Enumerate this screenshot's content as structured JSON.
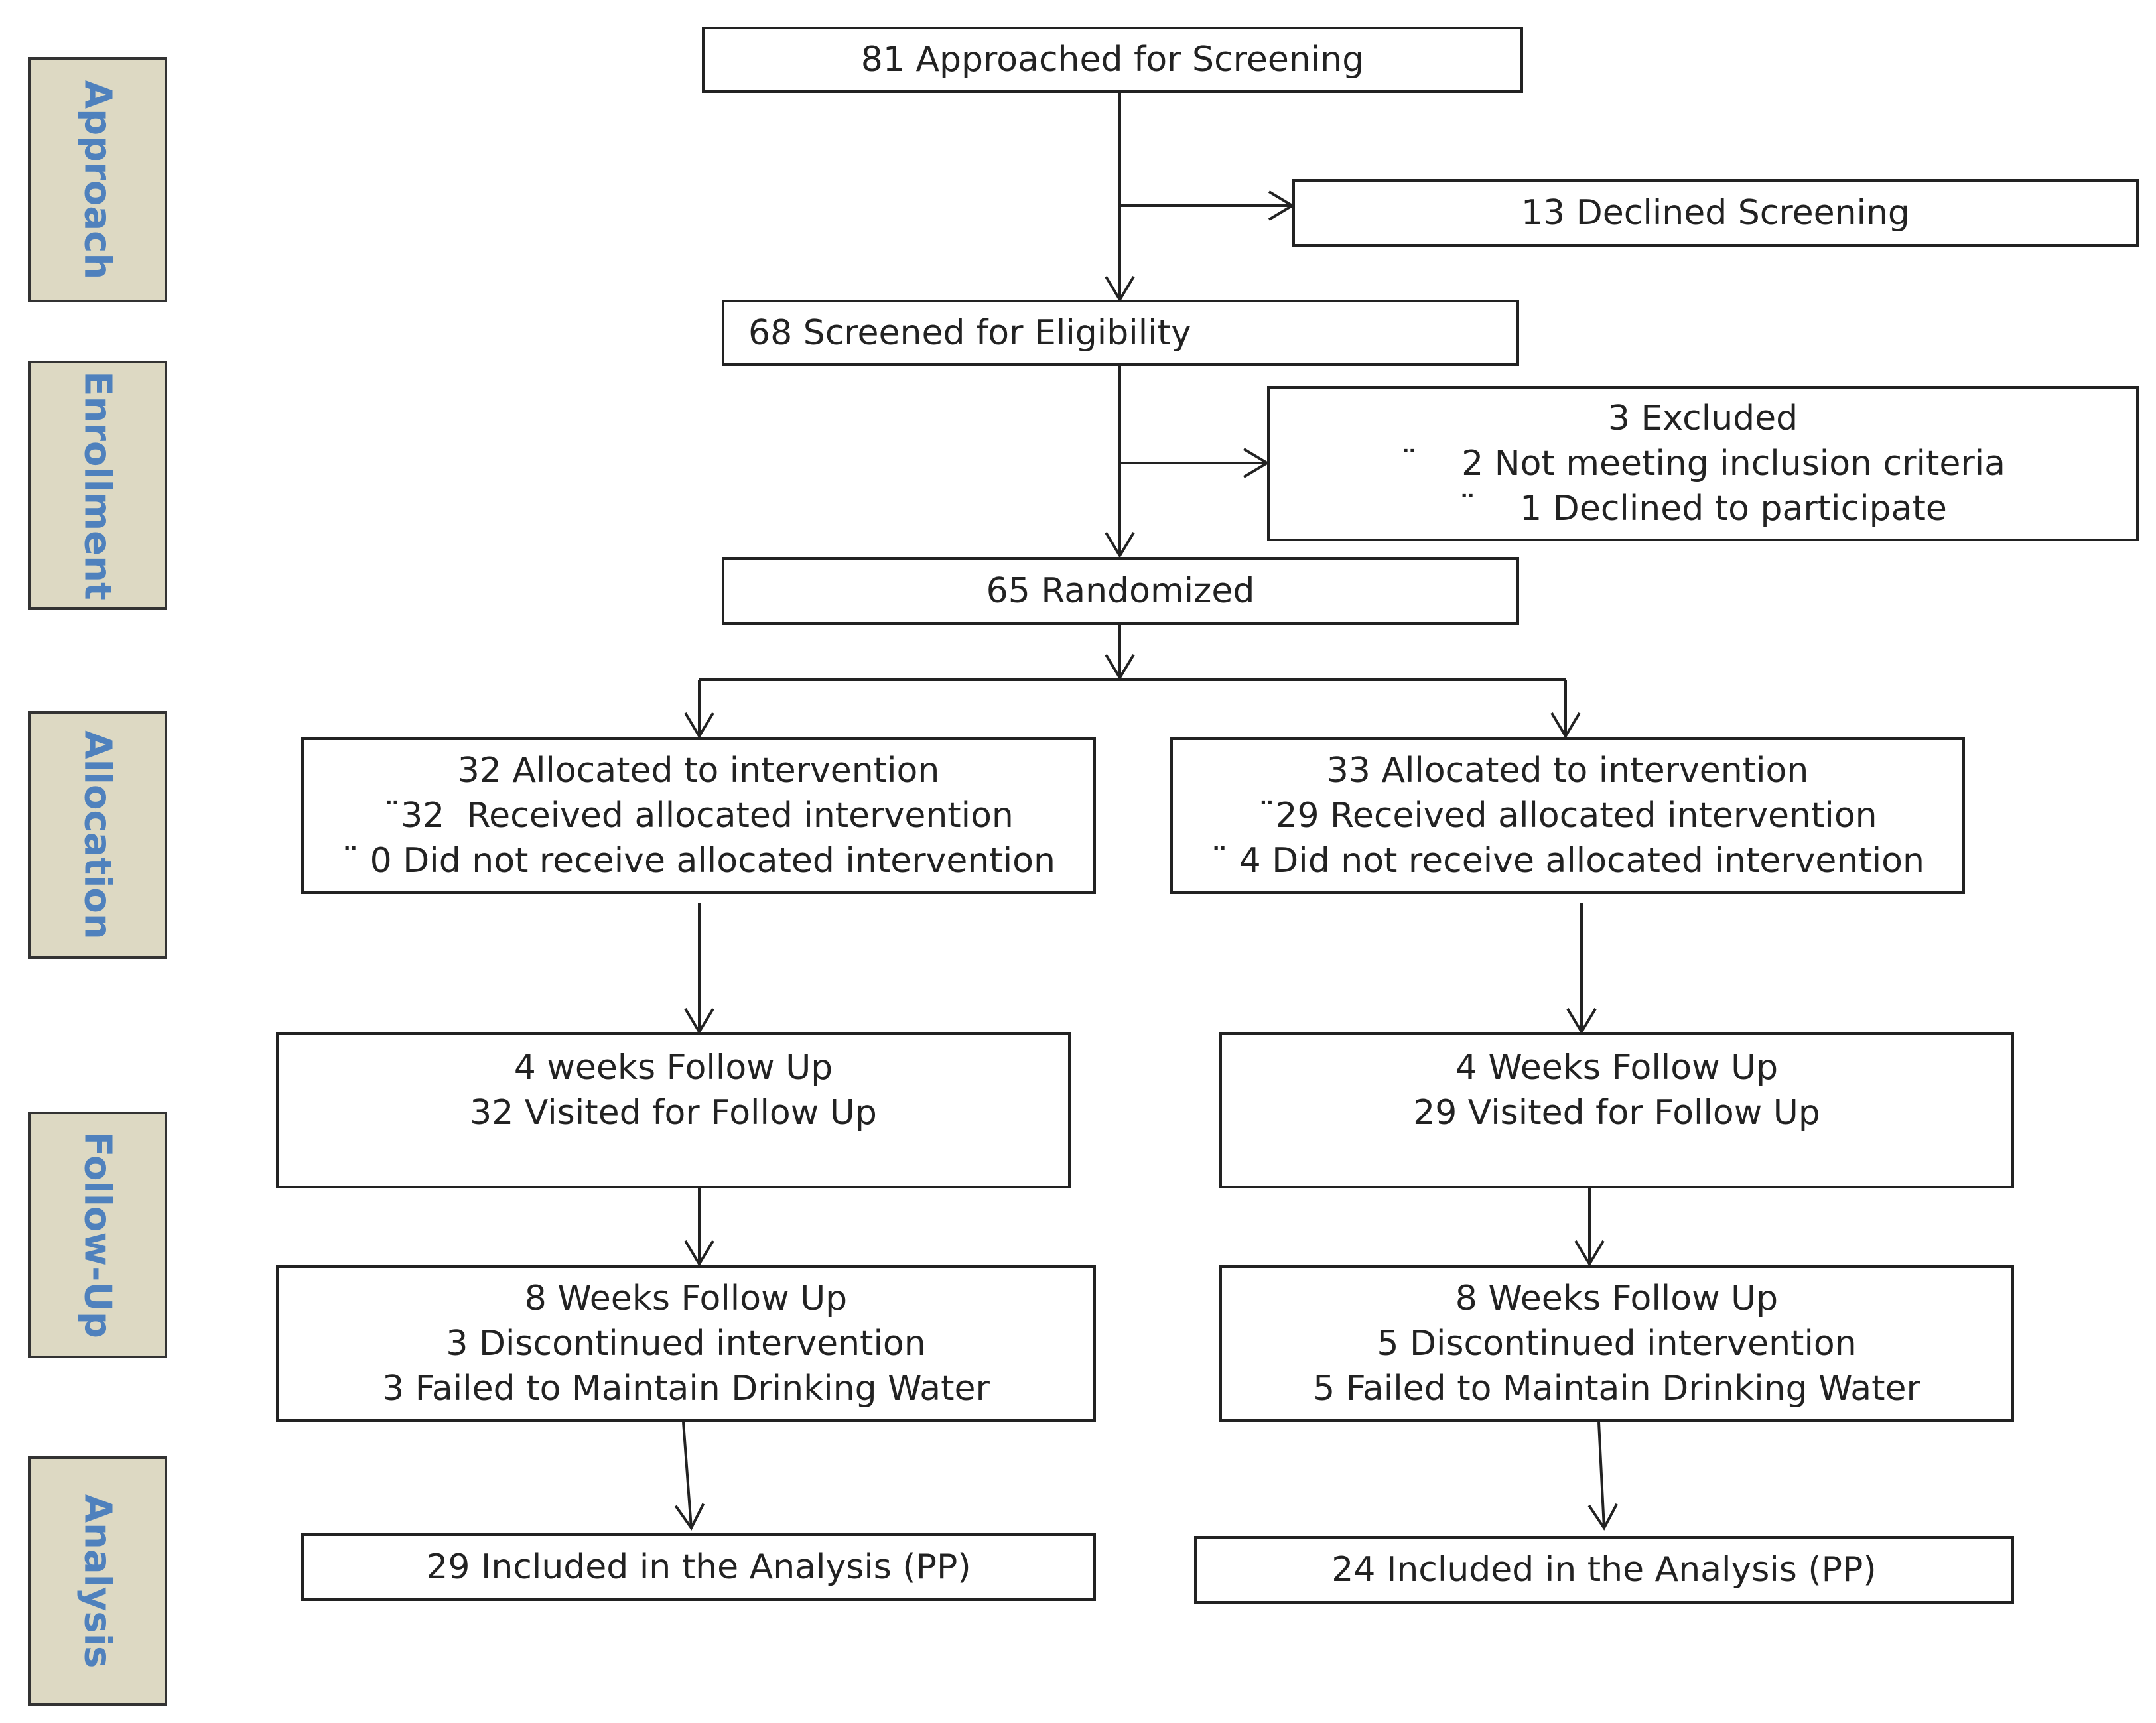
{
  "stages": [
    {
      "id": "approach",
      "label": "Approach"
    },
    {
      "id": "enrollment",
      "label": "Enrollment"
    },
    {
      "id": "allocation",
      "label": "Allocation"
    },
    {
      "id": "follow-up",
      "label": "Follow-Up"
    },
    {
      "id": "analysis",
      "label": "Analysis"
    }
  ],
  "boxes": {
    "approached": [
      "81 Approached for Screening"
    ],
    "declined_screening": [
      "13 Declined Screening"
    ],
    "screened": [
      "68 Screened for Eligibility"
    ],
    "excluded": [
      "3 Excluded",
      "¨    2 Not meeting inclusion criteria",
      "¨    1 Declined to participate"
    ],
    "randomized": [
      "65 Randomized"
    ],
    "alloc_left": [
      "32 Allocated to intervention",
      "¨32  Received allocated intervention",
      "¨ 0 Did not receive allocated intervention"
    ],
    "alloc_right": [
      "33 Allocated to intervention",
      "¨29 Received allocated intervention",
      "¨ 4 Did not receive allocated intervention"
    ],
    "fu4_left": [
      "4 weeks Follow Up",
      "32 Visited for Follow Up"
    ],
    "fu4_right": [
      "4 Weeks Follow Up",
      "29 Visited for Follow Up"
    ],
    "fu8_left": [
      "8 Weeks Follow Up",
      "3 Discontinued intervention",
      "3 Failed to Maintain Drinking Water"
    ],
    "fu8_right": [
      "8 Weeks Follow Up",
      "5 Discontinued intervention",
      "5 Failed to Maintain Drinking Water"
    ],
    "analysis_left": [
      "29 Included in the Analysis (PP)"
    ],
    "analysis_right": [
      "24 Included in the Analysis (PP)"
    ]
  }
}
